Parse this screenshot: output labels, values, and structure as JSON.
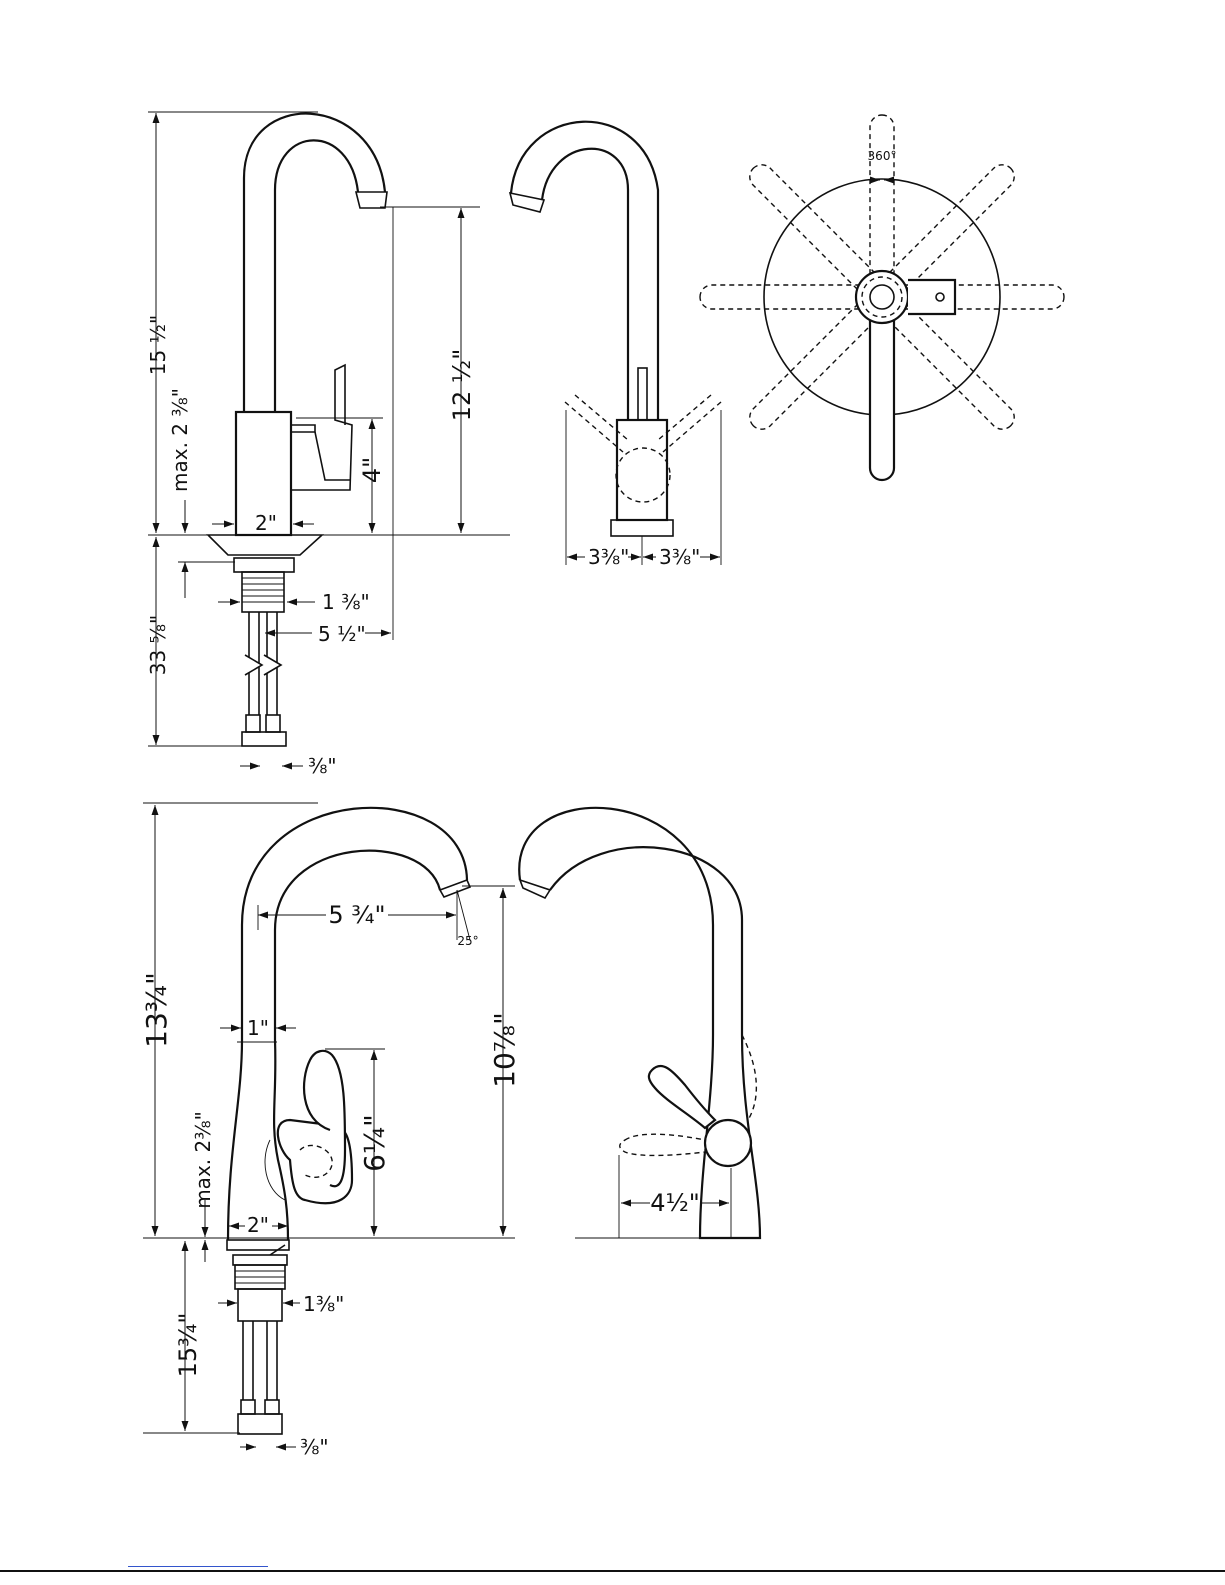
{
  "top": {
    "side_view": {
      "total_height": "15 ½\"",
      "max_deck": "max. 2 ⅜\"",
      "spout_height": "12 ½\"",
      "lever_height": "4\"",
      "base_width": "2\"",
      "below_deck": "33 ⅝\"",
      "shank_width": "1 ⅜\"",
      "reach": "5 ½\"",
      "connection": "⅜\""
    },
    "front_view": {
      "left_width": "3⅜\"",
      "right_width": "3⅜\""
    },
    "plan_view": {
      "rotation": "360°"
    }
  },
  "bottom": {
    "side_view": {
      "total_height": "13¾\"",
      "reach": "5 ¾\"",
      "spray_angle": "25°",
      "spout_width": "1\"",
      "spout_height": "10⅞\"",
      "lever_height": "6¼\"",
      "max_deck": "max. 2⅜\"",
      "base_width": "2\"",
      "shank_width": "1⅜\"",
      "below_deck": "15¾\"",
      "connection": "⅜\""
    },
    "back_view": {
      "lever_reach": "4½\""
    }
  }
}
